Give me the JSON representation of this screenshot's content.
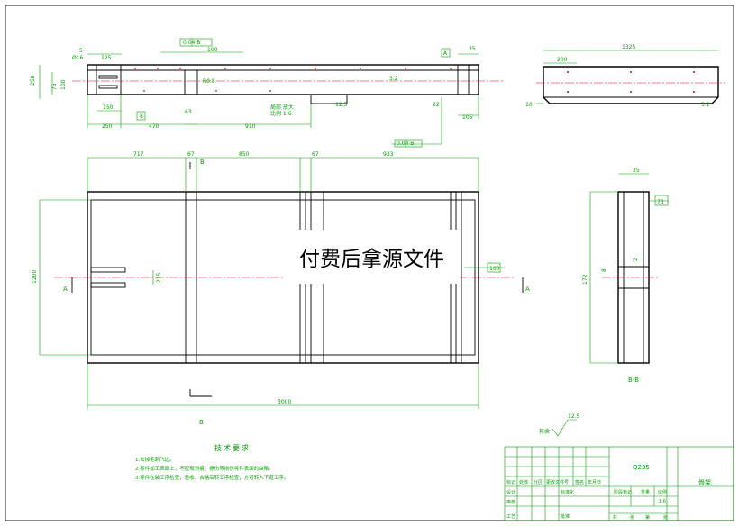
{
  "top_view": {
    "dims": [
      "5",
      "Ø16",
      "125",
      "100",
      "35",
      "250",
      "75",
      "100",
      "150",
      "250",
      "470",
      "63",
      "910",
      "22",
      "105",
      "8",
      "R0.8",
      "3.2",
      "12.5"
    ],
    "tolerances": [
      "0.04 B",
      "0.04 B",
      "A"
    ],
    "scale_note_1": "局部 放大",
    "scale_note_2": "比例 1:6"
  },
  "right_top_view": {
    "dims": [
      "1325",
      "200",
      "10",
      "3.2"
    ]
  },
  "front_view": {
    "dims": [
      "717",
      "67",
      "850",
      "67",
      "933",
      "1200",
      "215",
      "100",
      "3000"
    ],
    "section_labels": [
      "A",
      "A",
      "B",
      "B"
    ]
  },
  "side_view": {
    "dims": [
      "25",
      "73",
      "172",
      "8",
      "2"
    ],
    "section_title": "B-B"
  },
  "surface_finish": {
    "label": "其余",
    "value": "12.5"
  },
  "tech_requirements": {
    "title": "技术要求",
    "items": [
      "1.去掉毛刺飞边。",
      "2.零件加工表面上，不应有划痕、擦伤等损伤零件表面的缺陷。",
      "3.零件在装工序检查，验收，合格后转工序检查，方可转入下道工序。"
    ]
  },
  "title_block": {
    "material": "Q235",
    "part_name": "骨架",
    "headers": [
      "标记",
      "处数",
      "分区",
      "更改文件号",
      "签名",
      "年月日"
    ],
    "row_labels": [
      "设计",
      "审核",
      "工艺"
    ],
    "standardization": "标准化",
    "approve": "批准",
    "stage_mark": "阶段标记",
    "weight": "重量",
    "scale": "比例",
    "scale_value": "1:6",
    "sheet_labels": [
      "共",
      "张",
      "第",
      "张"
    ]
  },
  "watermark": {
    "text": "付费后拿源文件"
  }
}
